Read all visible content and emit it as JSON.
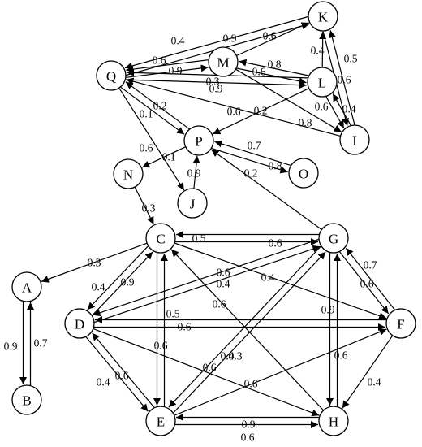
{
  "nodes": [
    {
      "id": "A",
      "label": "A"
    },
    {
      "id": "B",
      "label": "B"
    },
    {
      "id": "C",
      "label": "C"
    },
    {
      "id": "D",
      "label": "D"
    },
    {
      "id": "E",
      "label": "E"
    },
    {
      "id": "F",
      "label": "F"
    },
    {
      "id": "G",
      "label": "G"
    },
    {
      "id": "H",
      "label": "H"
    },
    {
      "id": "I",
      "label": "I"
    },
    {
      "id": "J",
      "label": "J"
    },
    {
      "id": "K",
      "label": "K"
    },
    {
      "id": "L",
      "label": "L"
    },
    {
      "id": "M",
      "label": "M"
    },
    {
      "id": "N",
      "label": "N"
    },
    {
      "id": "O",
      "label": "O"
    },
    {
      "id": "P",
      "label": "P"
    },
    {
      "id": "Q",
      "label": "Q"
    }
  ],
  "edges": [
    {
      "from": "K",
      "to": "Q",
      "label": "0.4"
    },
    {
      "from": "Q",
      "to": "K",
      "label": "0.9"
    },
    {
      "from": "M",
      "to": "K",
      "label": "0.6"
    },
    {
      "from": "K",
      "to": "I",
      "label": "0.5"
    },
    {
      "from": "L",
      "to": "K",
      "label": "0.4"
    },
    {
      "from": "I",
      "to": "K",
      "label": "0.6"
    },
    {
      "from": "Q",
      "to": "M",
      "label": "0.6"
    },
    {
      "from": "M",
      "to": "Q",
      "label": "0.9"
    },
    {
      "from": "M",
      "to": "L",
      "label": "0.8"
    },
    {
      "from": "L",
      "to": "M",
      "label": "0.6"
    },
    {
      "from": "L",
      "to": "Q",
      "label": "0.3"
    },
    {
      "from": "Q",
      "to": "L",
      "label": "0.9"
    },
    {
      "from": "L",
      "to": "P",
      "label": "0.2"
    },
    {
      "from": "L",
      "to": "I",
      "label": "0.6"
    },
    {
      "from": "I",
      "to": "L",
      "label": "0.4"
    },
    {
      "from": "M",
      "to": "I",
      "label": "0.8"
    },
    {
      "from": "I",
      "to": "Q",
      "label": "0.6"
    },
    {
      "from": "Q",
      "to": "P",
      "label": "0.1"
    },
    {
      "from": "P",
      "to": "Q",
      "label": "0.2"
    },
    {
      "from": "Q",
      "to": "J",
      "label": "0.6"
    },
    {
      "from": "P",
      "to": "N",
      "label": "0.1"
    },
    {
      "from": "P",
      "to": "O",
      "label": "0.7"
    },
    {
      "from": "O",
      "to": "P",
      "label": "0.8"
    },
    {
      "from": "J",
      "to": "P",
      "label": "0.9"
    },
    {
      "from": "G",
      "to": "P",
      "label": "0.2"
    },
    {
      "from": "N",
      "to": "C",
      "label": "0.3"
    },
    {
      "from": "C",
      "to": "A",
      "label": "0.3"
    },
    {
      "from": "C",
      "to": "G",
      "label": "0.5"
    },
    {
      "from": "G",
      "to": "C",
      "label": "0.6"
    },
    {
      "from": "C",
      "to": "D",
      "label": "0.4"
    },
    {
      "from": "D",
      "to": "C",
      "label": "0.9"
    },
    {
      "from": "C",
      "to": "F",
      "label": "0.4"
    },
    {
      "from": "H",
      "to": "C",
      "label": "0.6"
    },
    {
      "from": "C",
      "to": "E",
      "label": "0.6"
    },
    {
      "from": "E",
      "to": "C",
      "label": ""
    },
    {
      "from": "D",
      "to": "G",
      "label": "0.6"
    },
    {
      "from": "G",
      "to": "D",
      "label": "0.4"
    },
    {
      "from": "F",
      "to": "D",
      "label": "0.5"
    },
    {
      "from": "D",
      "to": "F",
      "label": "0.6"
    },
    {
      "from": "D",
      "to": "E",
      "label": "0.6"
    },
    {
      "from": "E",
      "to": "D",
      "label": "0.4"
    },
    {
      "from": "D",
      "to": "H",
      "label": "0.6"
    },
    {
      "from": "G",
      "to": "E",
      "label": "0.4"
    },
    {
      "from": "E",
      "to": "G",
      "label": "0.3"
    },
    {
      "from": "E",
      "to": "F",
      "label": "0.6"
    },
    {
      "from": "G",
      "to": "F",
      "label": "0.7"
    },
    {
      "from": "F",
      "to": "G",
      "label": "0.6"
    },
    {
      "from": "G",
      "to": "H",
      "label": "0.9"
    },
    {
      "from": "H",
      "to": "G",
      "label": "0.6"
    },
    {
      "from": "F",
      "to": "H",
      "label": "0.4"
    },
    {
      "from": "E",
      "to": "H",
      "label": "0.9"
    },
    {
      "from": "H",
      "to": "E",
      "label": "0.6"
    },
    {
      "from": "A",
      "to": "B",
      "label": "0.7"
    },
    {
      "from": "B",
      "to": "A",
      "label": "0.9"
    }
  ]
}
